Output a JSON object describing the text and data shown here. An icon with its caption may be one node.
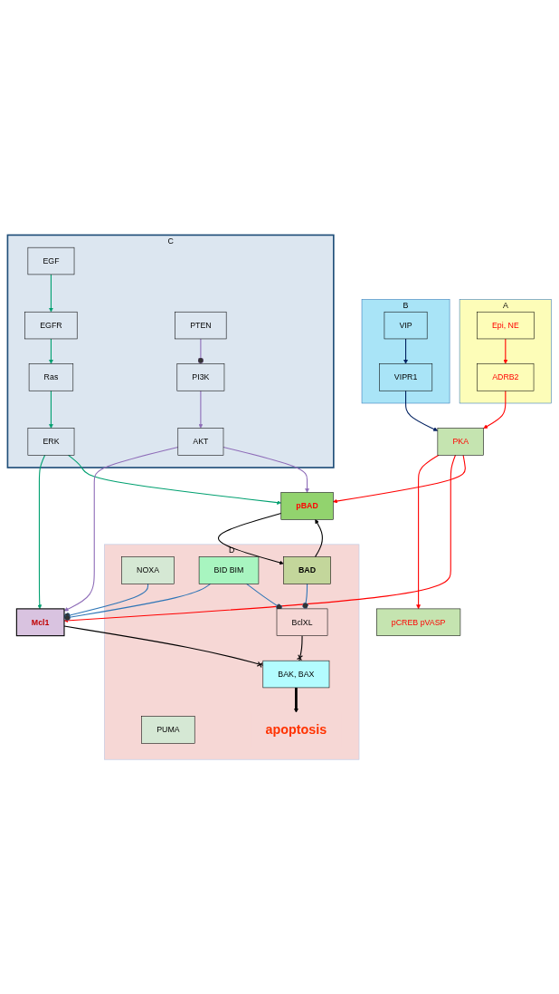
{
  "diagram": {
    "nodes": [
      {
        "text": [
          "A"
        ]
      },
      {
        "text": [
          "Epi, NE"
        ],
        "in": 0
      },
      {
        "text": [
          "ADRB2"
        ],
        "in": 0
      },
      {
        "text": [
          "B"
        ]
      },
      {
        "text": [
          "VIP"
        ],
        "in": 3
      },
      {
        "text": [
          "VIPR1"
        ],
        "in": 3
      },
      {
        "text": [
          "C"
        ]
      },
      {
        "text": [
          "EGF"
        ],
        "in": 6
      },
      {
        "text": [
          "EGFR"
        ],
        "in": 6
      },
      {
        "text": [
          "PTEN"
        ],
        "in": 6
      },
      {
        "text": [
          "Ras"
        ],
        "in": 6
      },
      {
        "text": [
          "PI3K"
        ],
        "in": 6
      },
      {
        "text": [
          "ERK"
        ],
        "in": 6
      },
      {
        "text": [
          "AKT"
        ],
        "in": 6
      },
      {
        "text": [
          "pCREB pVASP"
        ]
      },
      {
        "text": [
          "PKA"
        ]
      },
      {
        "text": [
          "Mcl1"
        ]
      },
      {
        "text": [
          "pBAD"
        ]
      },
      {
        "text": [
          "D"
        ]
      },
      {
        "text": [
          "NOXA"
        ],
        "in": 18
      },
      {
        "text": [
          "BID BIM"
        ],
        "in": 18
      },
      {
        "text": [
          "PUMA"
        ],
        "in": 18
      },
      {
        "text": [
          "BclXL"
        ],
        "in": 18
      },
      {
        "text": [
          "BAD"
        ],
        "in": 18
      },
      {
        "text": [
          "BAK, BAX"
        ],
        "in": 18
      },
      {
        "text": [
          "apoptosis"
        ],
        "in": 18
      }
    ],
    "edges": [
      {
        "from": 1,
        "to": 2,
        "arrow": "to",
        "color": "#ff0000"
      },
      {
        "from": 4,
        "to": 5,
        "arrow": "to",
        "color": "#002060"
      },
      {
        "from": 5,
        "to": 15,
        "arrow": "to",
        "color": "#002060"
      },
      {
        "from": 2,
        "to": 15,
        "arrow": "to",
        "color": "#ff0000"
      },
      {
        "from": 7,
        "to": 8,
        "arrow": "to",
        "color": "#00a070"
      },
      {
        "from": 8,
        "to": 10,
        "arrow": "to",
        "color": "#00a070"
      },
      {
        "from": 10,
        "to": 12,
        "arrow": "to",
        "color": "#00a070"
      },
      {
        "from": 9,
        "to": 11,
        "arrow": "other",
        "color": "#8e6cb8"
      },
      {
        "from": 11,
        "to": 13,
        "arrow": "to",
        "color": "#8e6cb8"
      },
      {
        "from": 15,
        "to": 14,
        "arrow": "to",
        "color": "#ff0000"
      },
      {
        "from": 15,
        "to": 16,
        "arrow": "to",
        "color": "#ff0000"
      },
      {
        "from": 15,
        "to": 17,
        "arrow": "to",
        "color": "#ff0000"
      },
      {
        "from": 12,
        "to": 16,
        "arrow": "to",
        "color": "#00a070"
      },
      {
        "from": 12,
        "to": 17,
        "arrow": "to",
        "color": "#00a070"
      },
      {
        "from": 13,
        "to": 16,
        "arrow": "to",
        "color": "#8e6cb8"
      },
      {
        "from": 13,
        "to": 17,
        "arrow": "to",
        "color": "#8e6cb8"
      },
      {
        "from": 19,
        "to": 16,
        "arrow": "other",
        "color": "#2e75b6"
      },
      {
        "from": 20,
        "to": 16,
        "arrow": "other",
        "color": "#2e75b6"
      },
      {
        "from": 20,
        "to": 22,
        "arrow": "other",
        "color": "#2e75b6"
      },
      {
        "from": 23,
        "to": 22,
        "arrow": "other",
        "color": "#2e75b6"
      },
      {
        "from": 17,
        "to": 23,
        "arrow": "to",
        "color": "#000000"
      },
      {
        "from": 23,
        "to": 17,
        "arrow": "to",
        "color": "#000000"
      },
      {
        "from": 16,
        "to": 24,
        "arrow": "other",
        "color": "#000000"
      },
      {
        "from": 22,
        "to": 24,
        "arrow": "other",
        "color": "#000000"
      },
      {
        "from": 24,
        "to": 25,
        "arrow": "to",
        "style": "thick",
        "color": "#000000"
      }
    ]
  }
}
